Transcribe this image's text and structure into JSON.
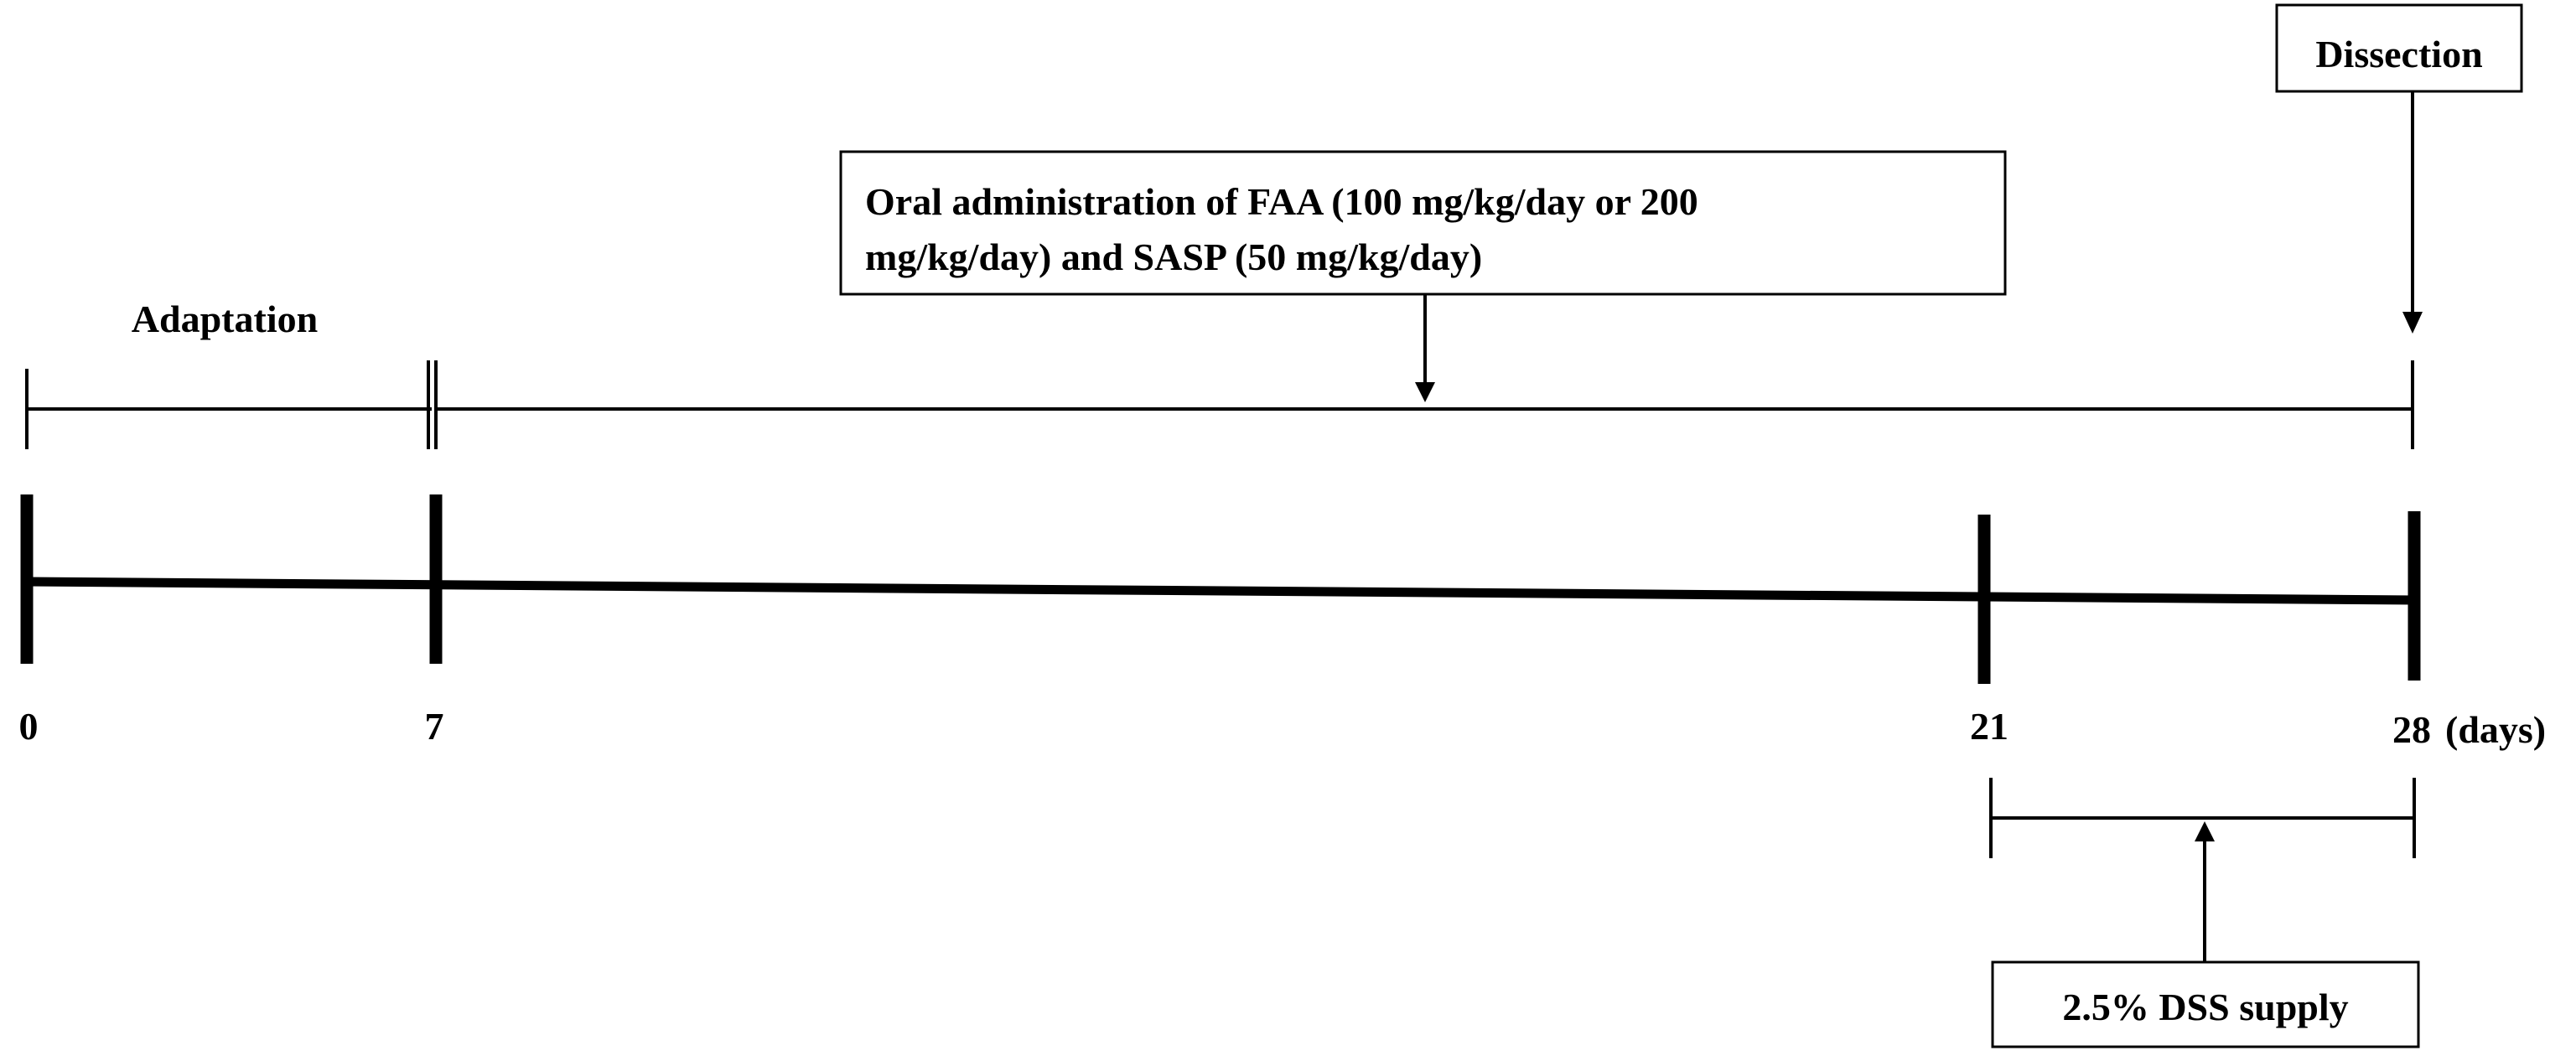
{
  "labels": {
    "adaptation": "Adaptation",
    "dissection": "Dissection",
    "oral_admin_line1": "Oral administration of FAA (100 mg/kg/day or 200",
    "oral_admin_line2": "mg/kg/day) and SASP (50 mg/kg/day)",
    "dss_supply": "2.5% DSS supply",
    "unit": "(days)"
  },
  "timeline": {
    "days": [
      "0",
      "7",
      "21",
      "28"
    ]
  },
  "colors": {
    "ink": "#000000",
    "background": "#ffffff"
  }
}
